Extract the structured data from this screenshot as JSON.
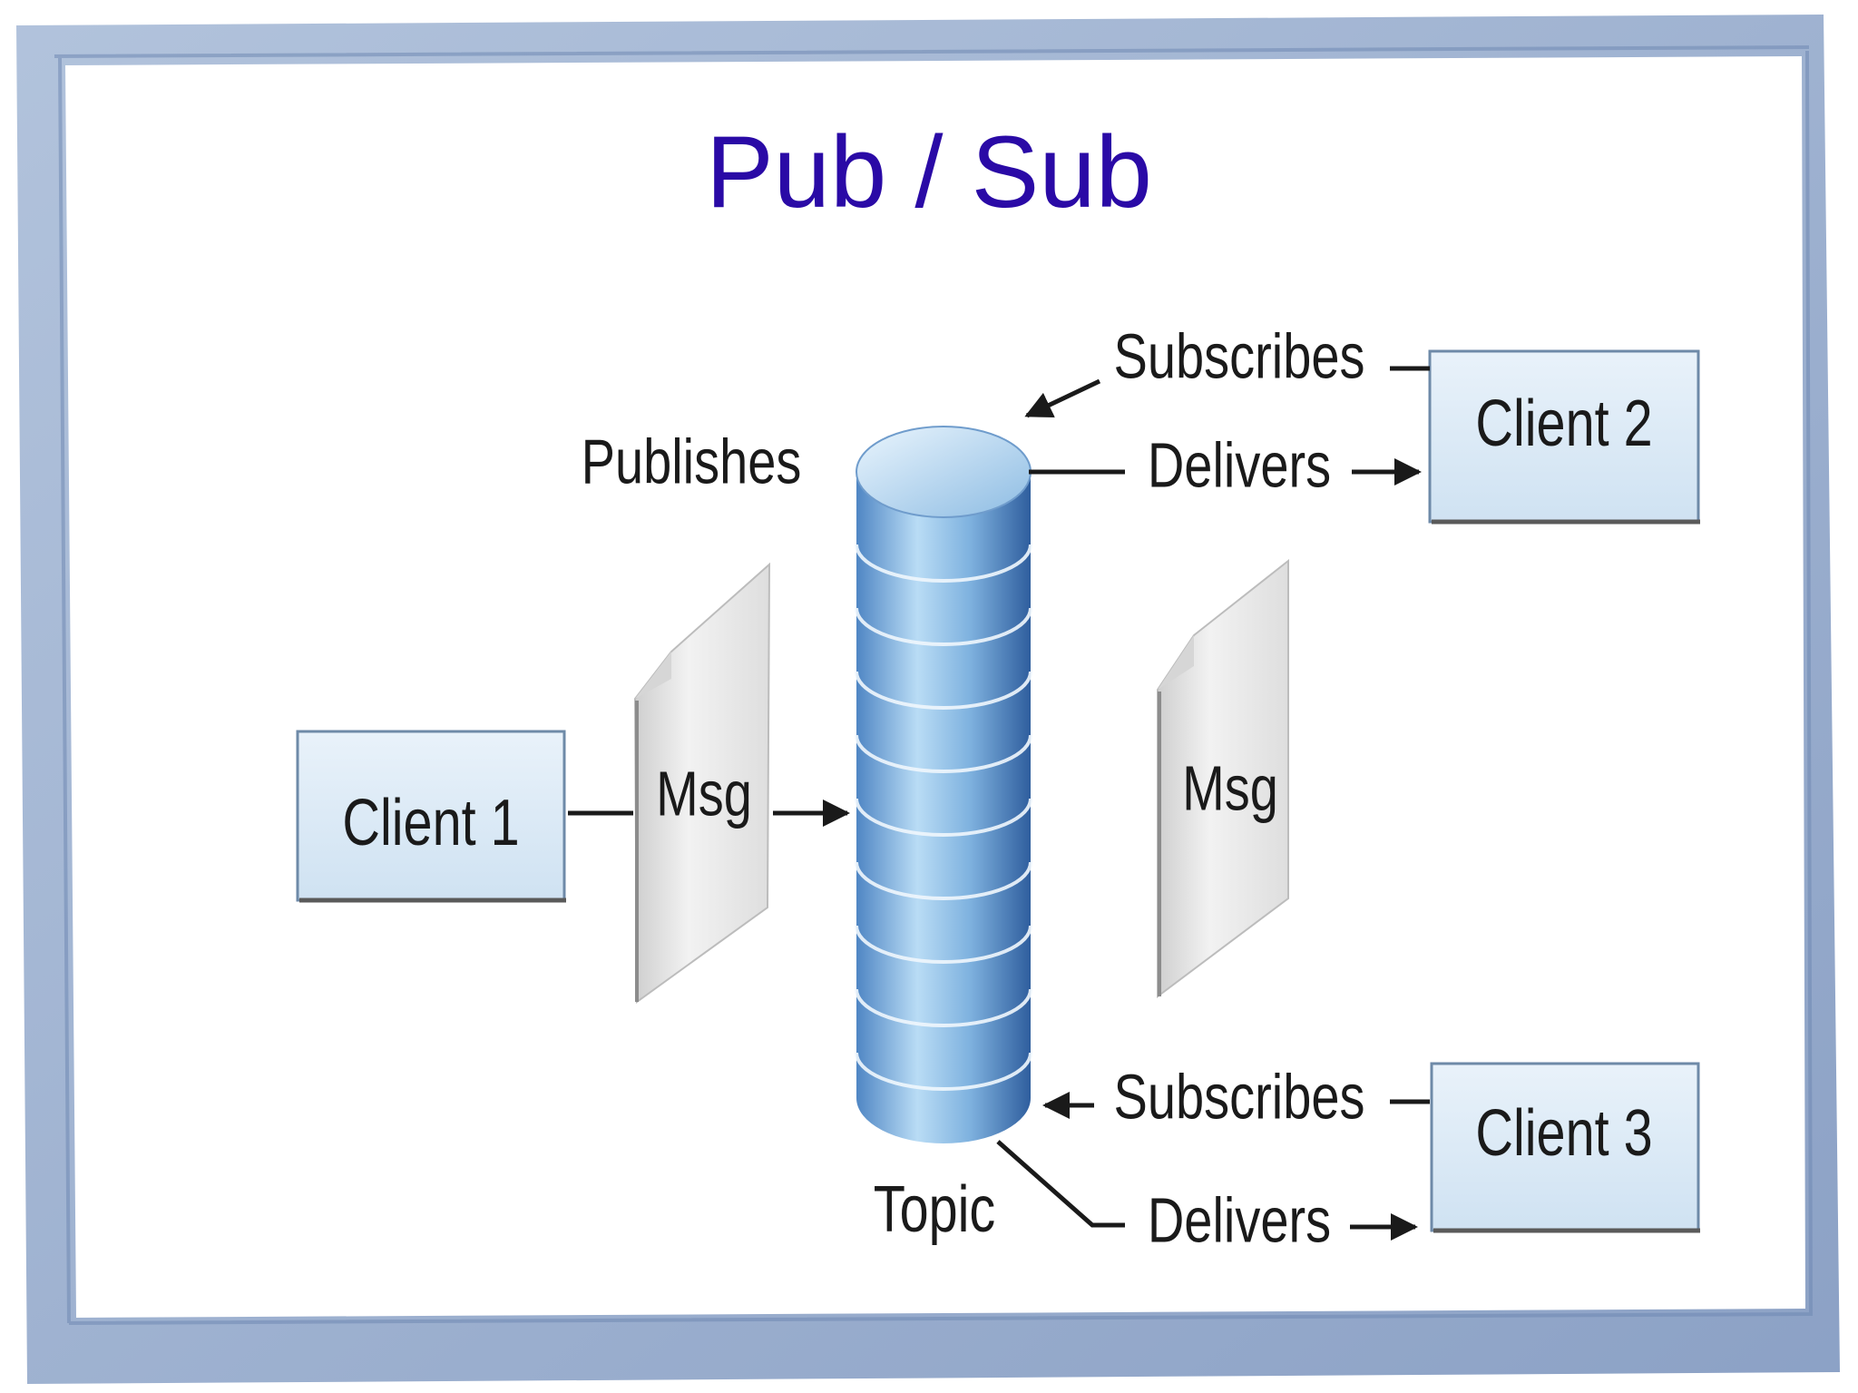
{
  "slide": {
    "title": "Pub / Sub"
  },
  "diagram": {
    "clients": {
      "client1": "Client 1",
      "client2": "Client 2",
      "client3": "Client 3"
    },
    "topic_label": "Topic",
    "publishes_label": "Publishes",
    "messages": {
      "left": "Msg",
      "right": "Msg"
    },
    "edges": {
      "client2_subscribes": "Subscribes",
      "client2_delivers": "Delivers",
      "client3_subscribes": "Subscribes",
      "client3_delivers": "Delivers"
    }
  },
  "colors": {
    "title": "#2a0aa6",
    "frame": "#8fa6c8",
    "client_box": "#dbe9f5",
    "topic_cylinder": "#7fb2df"
  },
  "icons": [
    "topic-cylinder-icon",
    "message-document-icon"
  ]
}
